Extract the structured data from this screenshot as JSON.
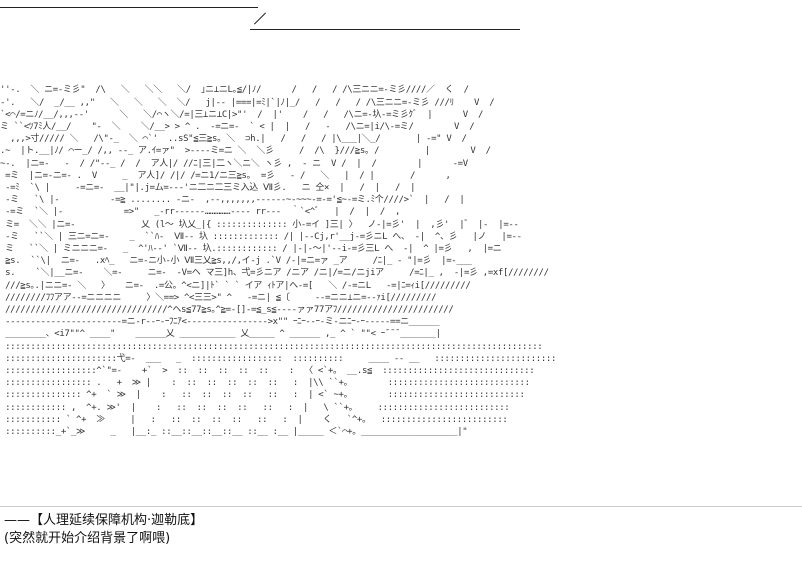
{
  "caption": {
    "line1": "——【人理延续保障机构·迦勒底】",
    "line2": "(突然就开始介绍背景了啊喂)"
  },
  "art_lines": [
    "",
    "",
    "''-.  ＼ ニ=-ミ彡\"  /\\   ＼   ＼＼   ＼/  ｣ニ⊥ニL｡≦/|ﾉ/      /   /   / /\\三ニニ=-ミ彡////／  く  /",
    "-'.   ＼/  _/__ ,,\"   ＼   ＼   ＼  ＼/   j|-- |===|=ﾐ|`|ﾉ|_/   /   /   / /\\三ニニ=-ミ彡 ///ﾘ    V  /",
    "`<⌒/=ニﾉ/__/,,,--'      ＼   ＼/⌒ヽ＼/=|三⊥ニ⊥C|>\"'  /  |'    /   /   /\\ニ=-圦-=ミ彡ｸﾞ  |      V  /",
    "ミ ``<ﾂ7ﾐ人/__/    \"-  ＼    ＼/__> > ^ .  -=ニ=-  ` < |  |   /   -   /\\ニ=|i/\\-=ミ/        V  /",
    "  ,,,>寸///// ＼   /\\\"-_  ＼ ⌒`'  ..sS\"≦三≧s｡ ＼  ⊃h.|   /   /   / |\\___|＼_/       | -=\" V  /",
    ".~  |ト.__|ﾉ/ ⌒ー_/ /,, --_ ア.ｲ=ァ\"  >----ミ=ニ ＼  ＼彡     /  /\\  }///≧s｡ /         |        V  /",
    "~-.  |ニ=-   -  / /\"--_ /  /  ア人|/ //ﾆ|三|二ヽ＼ニ＼ ヽ彡 ,  - ニ  V /  |  /        |      -=V",
    " =ミ  |ニ=-ニ=- .  V     _  ア人]/ /|/ /=ニ1/ニ三≧s｡  =彡   - /   ＼   |  / |       /      ,",
    " -=ﾐ  `\\ |     -=ニ=-  __|\"|.j=ム=---'ニ二ニ二三ミ入込 Ⅶ彡.   ニ 仝×  |   /  |   /  |",
    " -ミ   `\\ |-          -=≧ ........ -ニ-  ,--,,,,,,,------~-~~~-=-='≦~-=ミ.ﾐ个////>`  |   /  |",
    " -=ミ  `＼ |-            =>\"   _-rr------……………---- rr---  ｀`<^ﾞ   |  /  |  /  ,",
    " ミ=  ＼＼ |ニ=-             乂 (l〜 圦乂_|{ :::::::::::::: 小-=イ ]三| 〉  ノ-|=彡'  |  ,彡'  |゛ |-  |=--",
    " -ミ   ``＼ | 三ニ=ニ=-    _  ``ﾊ-  Ⅶ-- 圦 ::::::::::::: /| |--Cj,r'__j-=彡ニL へ、 -|  ^、彡   |ノ   |=--",
    " ミ   ``＼ | ミニニニ=-   _  ^'ﾊ--' `Ⅶ-- 圦.:::::::::::: / |-|-〜|'--i-=彡三L へ  -|  ^ |=彡   ,  |=ニ",
    " ≧s.  ``\\|  ニ=-   .xﾍ_   ニ=-ニ小-小 Ⅶ三乂≧s,,/,イ-j .`V /-|=ニ=ァ _ア     /ﾆ|_ - \"|=彡  |=-___",
    " s.    `＼|__ニ=-    ＼=-     ニ=-  -V=ヘ マ三]h、弌=彡ニア /ニア /ニ|/=ニ/ニjiア     /=ﾆ|_ ,  -|=彡 ,=xf[////////",
    " ///≧s｡.|ニニ=- ＼   〉   ニ=-  .=公。^<ニ]|ﾄ` ` ` イア ｨﾄア|ヘ-=[   ＼ /-=ニL   -=|ﾆ=ｨi[/////////",
    " ////////ﾌﾌアア--=ニニニニ     〉＼==> ^<三三>\" ^   -=ニ| ≦〔     --=ニニ⊥ニ=--ｧi[/////////",
    " ////////////////////////////////^ヘs≦77≧s｡^≧=-[]-=≦_s≦----ァァ77アﾌ///////////////////////",
    " -----------------------=ニ-r--ｰ-ｰﾌﾆｱ<---------------->x\"\" ｰﾆｰ--ｰ-ミ-ニﾆｰ-ｰ-----==ニ______",
    " ________、<i7\"\"^ ____\"    ______乂 ___________ 乂_____ ^ ______ ,_ ^ ` \"\"< ｰ¯¯¯_______|",
    " ::::::::::::::::::::::::::::::::::::::::::::::::::::::::::::::::::::::::::::::::::::::::::::::::::::::::::",
    " ::::::::::::::::::::::弋=-  ___   _  ::::::::::::::::::  ::::::::::     ____ -- __   ::::::::::::::::::::::::",
    " ::::::::::::::::::^`\"=-    +`  >  ::  ::  ::  ::  ::    :  〈 <`+。 __.s≦  ::::::::::::::::::::::::::::::",
    " ::::::::::::::::: .   +  ≫ |    :  ::  ::  ::  ::  ::   :  |\\\\ ``+。       ::::::::::::::::::::::::::::",
    " ::::::::::::::: ^+  ` ≫  |    :   ::  ::  ::  ::   ::   :  | <` ~+。       :::::::::::::::::::::::::::",
    " :::::::::::: ,  ^+. ≫'  |    :   ::  ::  ::  ::   ::   :  |   \\ ``+。    ::::::::::::::::::::::::::",
    " ::::::::::: ` ^+  ≫     |   :   ::  ::  ::  ::   ::   :  |    く   `^+。  :::::::::::::::::::::::::",
    " ::::::::::_+`_≫     _   |__:_ ::__::__::__::__ ::__ :__ |_____ ＜`⌒+。___________________|\""
  ]
}
